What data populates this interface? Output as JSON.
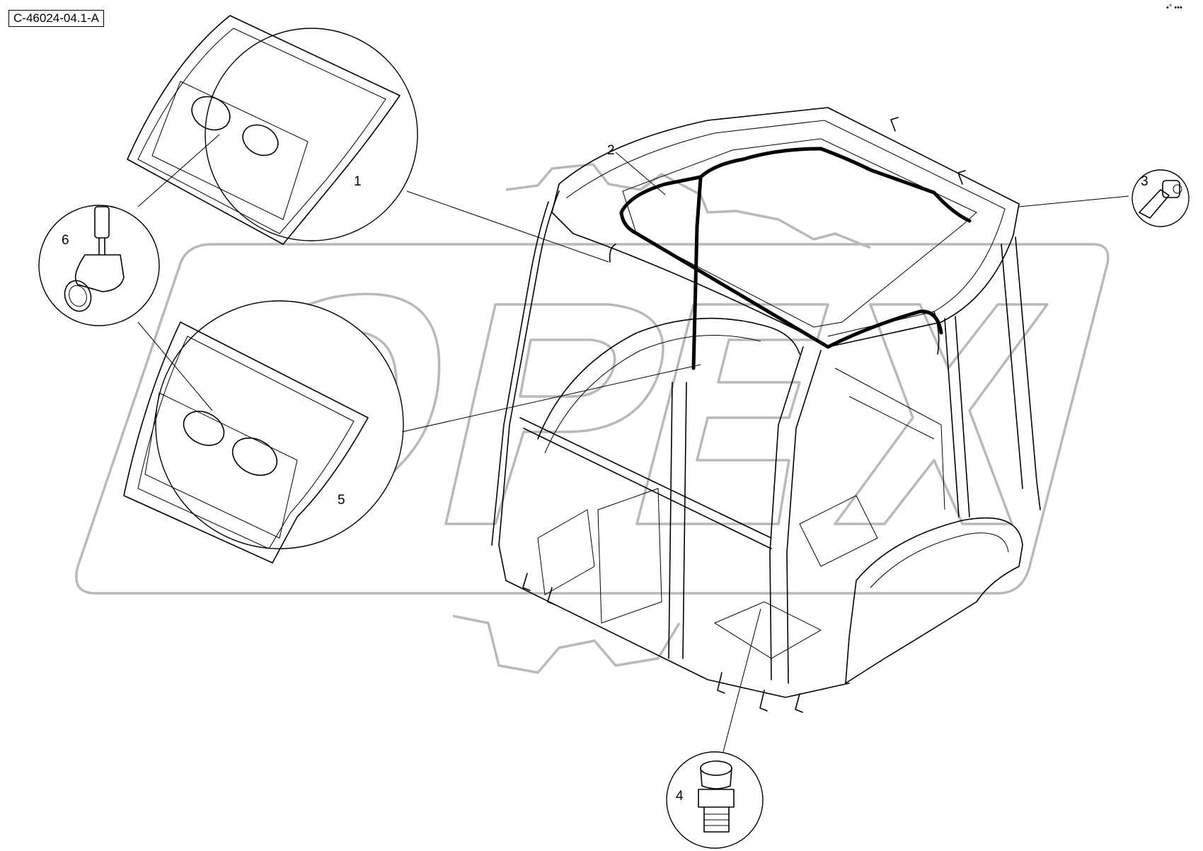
{
  "document_code": "C-46024-04.1-A",
  "corner_marks": "•° •••",
  "watermark_text": "OPEX",
  "callouts": [
    {
      "id": "1",
      "text": "1"
    },
    {
      "id": "2",
      "text": "2"
    },
    {
      "id": "3",
      "text": "3"
    },
    {
      "id": "4",
      "text": "4"
    },
    {
      "id": "5",
      "text": "5"
    },
    {
      "id": "6",
      "text": "6"
    }
  ],
  "colors": {
    "line": "#000000",
    "watermark": "#b9b9b9",
    "background": "#ffffff"
  }
}
